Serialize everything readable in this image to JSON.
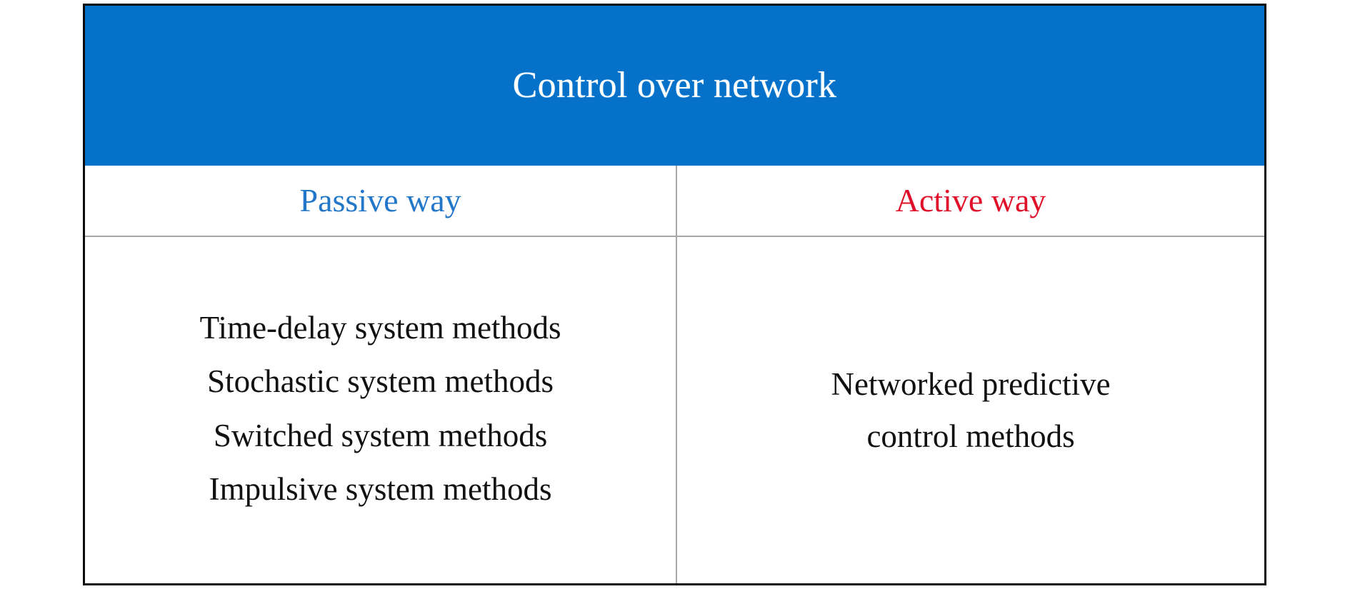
{
  "diagram": {
    "type": "classification-table",
    "title": "Control over network",
    "title_color": "#ffffff",
    "header_band_color": "#0671c9",
    "border_color": "#0b0b0b",
    "divider_color": "#a8a8a8",
    "columns": [
      {
        "header": "Passive way",
        "header_color": "#2277c8",
        "items": [
          "Time-delay system methods",
          "Stochastic system methods",
          "Switched system methods",
          "Impulsive system methods"
        ]
      },
      {
        "header": "Active way",
        "header_color": "#e0102a",
        "items": [
          "Networked predictive",
          "control methods"
        ]
      }
    ]
  }
}
